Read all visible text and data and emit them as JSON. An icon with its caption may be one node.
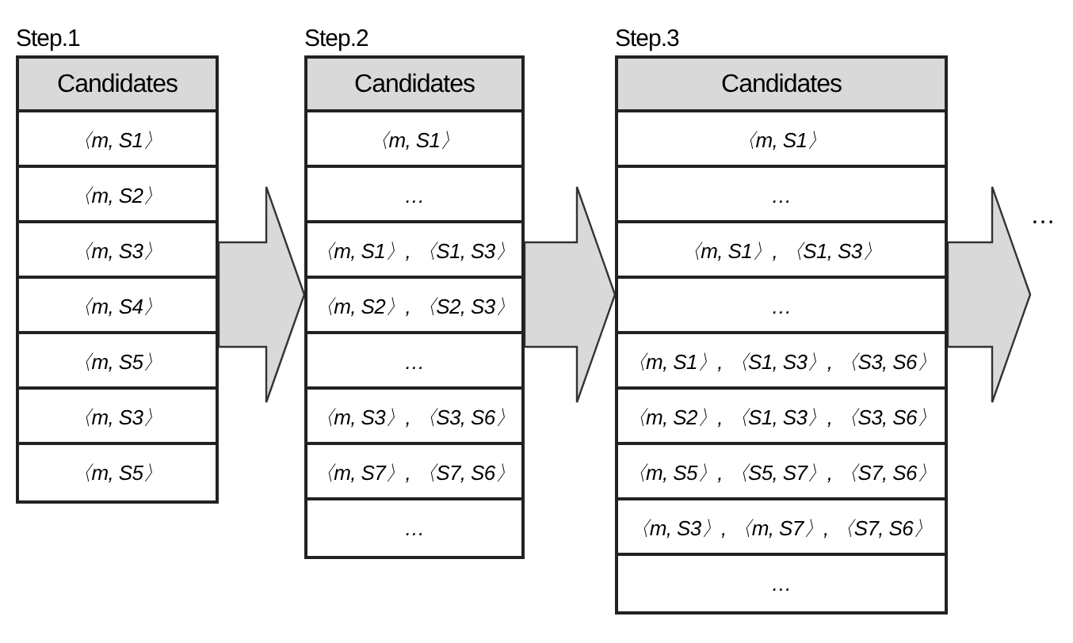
{
  "diagram": {
    "nodes": [
      {
        "text": [
          "Step.1",
          "Candidates"
        ]
      },
      {
        "text": [
          "〈m, S1〉"
        ],
        "in": 0
      },
      {
        "text": [
          "〈m, S2〉"
        ],
        "in": 0
      },
      {
        "text": [
          "〈m, S3〉"
        ],
        "in": 0
      },
      {
        "text": [
          "〈m, S4〉"
        ],
        "in": 0
      },
      {
        "text": [
          "〈m, S5〉"
        ],
        "in": 0
      },
      {
        "text": [
          "〈m, S3〉"
        ],
        "in": 0
      },
      {
        "text": [
          "〈m, S5〉"
        ],
        "in": 0
      },
      {
        "text": [
          "Step.2",
          "Candidates"
        ]
      },
      {
        "text": [
          "〈m, S1〉"
        ],
        "in": 8
      },
      {
        "text": [
          "…"
        ],
        "in": 8
      },
      {
        "text": [
          "〈m, S1〉, 〈S1, S3〉"
        ],
        "in": 8
      },
      {
        "text": [
          "〈m, S2〉, 〈S2, S3〉"
        ],
        "in": 8
      },
      {
        "text": [
          "…"
        ],
        "in": 8
      },
      {
        "text": [
          "〈m, S3〉, 〈S3, S6〉"
        ],
        "in": 8
      },
      {
        "text": [
          "〈m, S7〉, 〈S7, S6〉"
        ],
        "in": 8
      },
      {
        "text": [
          "…"
        ],
        "in": 8
      },
      {
        "text": [
          "Step.3",
          "Candidates"
        ]
      },
      {
        "text": [
          "〈m, S1〉"
        ],
        "in": 17
      },
      {
        "text": [
          "…"
        ],
        "in": 17
      },
      {
        "text": [
          "〈m, S1〉, 〈S1, S3〉"
        ],
        "in": 17
      },
      {
        "text": [
          "…"
        ],
        "in": 17
      },
      {
        "text": [
          "〈m, S1〉, 〈S1, S3〉, 〈S3, S6〉"
        ],
        "in": 17
      },
      {
        "text": [
          "〈m, S2〉, 〈S1, S3〉, 〈S3, S6〉"
        ],
        "in": 17
      },
      {
        "text": [
          "〈m, S5〉, 〈S5, S7〉, 〈S7, S6〉"
        ],
        "in": 17
      },
      {
        "text": [
          "〈m, S3〉, 〈m, S7〉, 〈S7, S6〉"
        ],
        "in": 17
      },
      {
        "text": [
          "…"
        ],
        "in": 17
      },
      {
        "text": [
          "…"
        ]
      }
    ],
    "edges": [
      {
        "from": 0,
        "to": 8,
        "arrow": "to"
      },
      {
        "from": 8,
        "to": 17,
        "arrow": "to"
      },
      {
        "from": 17,
        "to": 27,
        "arrow": "to"
      }
    ]
  }
}
